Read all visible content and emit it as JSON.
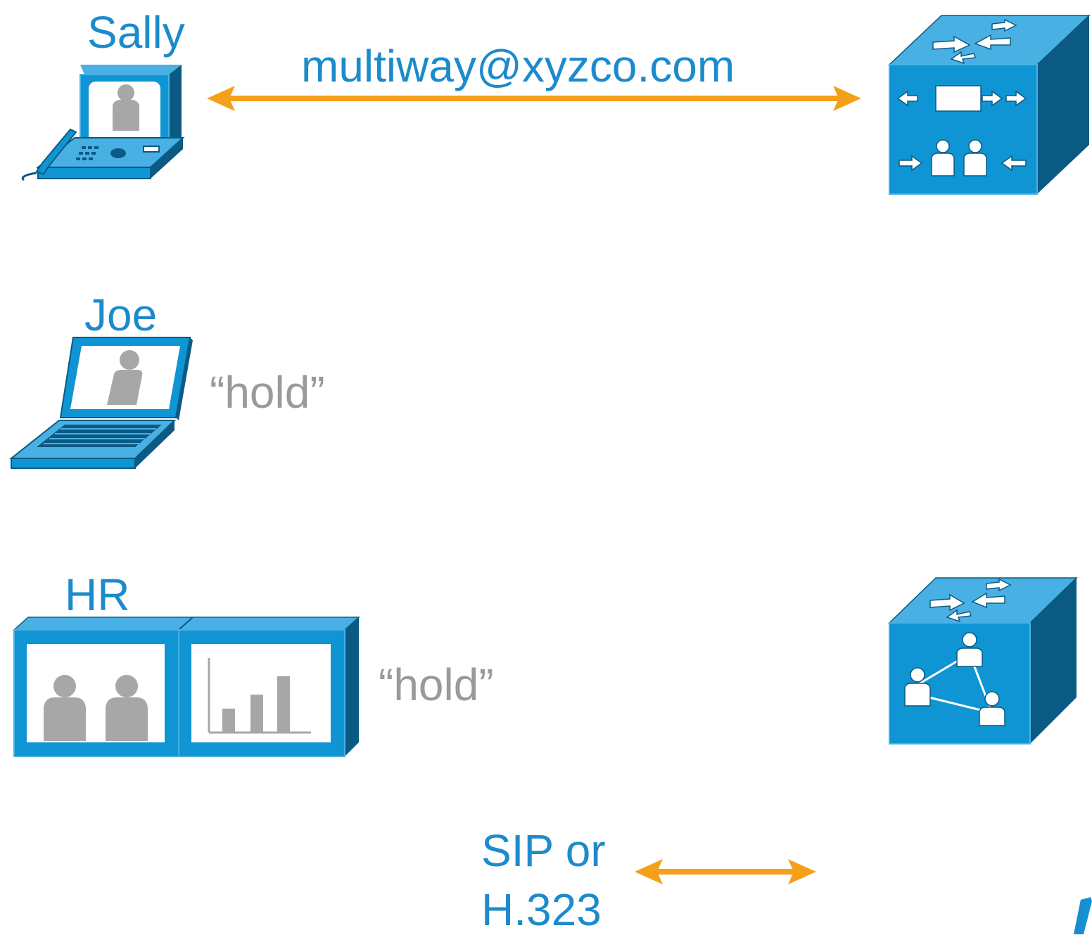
{
  "colors": {
    "brand_blue": "#1c8bcc",
    "icon_front": "#0f95d3",
    "icon_light": "#49b0e4",
    "icon_dark": "#0b5a84",
    "arrow_orange": "#f5a01a",
    "label_grey": "#9a9a9a",
    "silhouette_grey": "#a7a7a7"
  },
  "endpoints": [
    {
      "name": "Sally",
      "icon": "video-phone-icon"
    },
    {
      "name": "Joe",
      "icon": "laptop-video-icon",
      "status": "“hold”"
    },
    {
      "name": "HR",
      "icon": "telepresence-room-icon",
      "status": "“hold”"
    }
  ],
  "infrastructure": [
    {
      "icon": "conference-bridge-icon"
    },
    {
      "icon": "multipoint-control-unit-icon"
    }
  ],
  "connections": {
    "sally_link_label": "multiway@xyzco.com",
    "protocol_label_line1": "SIP or",
    "protocol_label_line2": "H.323"
  }
}
